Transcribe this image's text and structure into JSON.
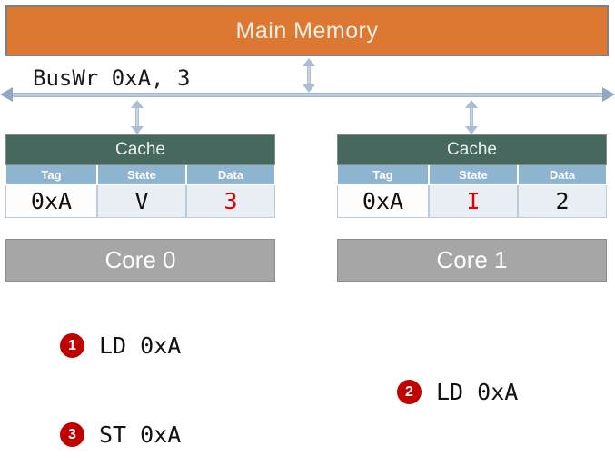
{
  "memory": {
    "label": "Main Memory"
  },
  "bus": {
    "label": "BusWr 0xA, 3",
    "left_arrow_icon": "arrow-left-icon",
    "right_arrow_icon": "arrow-right-icon",
    "connector_icon": "double-arrow-vertical-icon"
  },
  "caches": [
    {
      "title": "Cache",
      "columns": [
        "Tag",
        "State",
        "Data"
      ],
      "row": {
        "tag": "0xA",
        "state": "V",
        "data": "3",
        "tag_color": "#111111",
        "state_color": "#111111",
        "data_color": "#E20000"
      },
      "core": "Core 0"
    },
    {
      "title": "Cache",
      "columns": [
        "Tag",
        "State",
        "Data"
      ],
      "row": {
        "tag": "0xA",
        "state": "I",
        "data": "2",
        "tag_color": "#111111",
        "state_color": "#E20000",
        "data_color": "#111111"
      },
      "core": "Core 1"
    }
  ],
  "steps": [
    {
      "number": "1",
      "text": "LD 0xA"
    },
    {
      "number": "2",
      "text": "LD 0xA"
    },
    {
      "number": "3",
      "text": "ST 0xA"
    }
  ],
  "colors": {
    "memory_fill": "#DD7832",
    "cache_title_fill": "#46685F",
    "cache_header_fill": "#8FB4D0",
    "core_fill": "#A6A6A6",
    "badge_fill": "#C00000",
    "highlight_text": "#E20000",
    "bus_fill": "#BCCCDE"
  }
}
